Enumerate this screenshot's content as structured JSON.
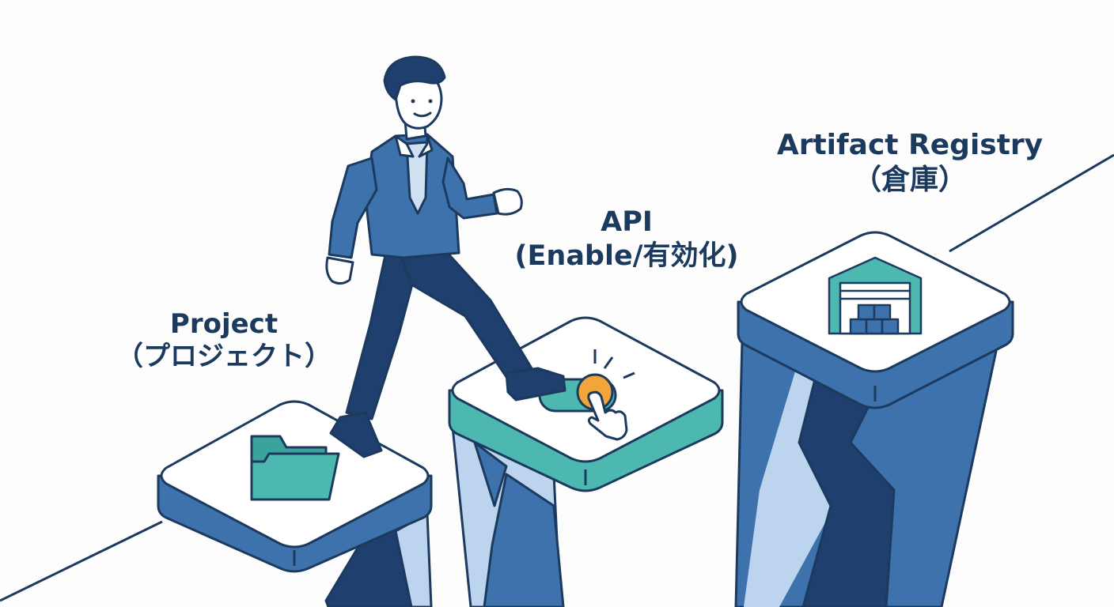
{
  "steps": [
    {
      "id": "project",
      "title": "Project",
      "subtitle": "（プロジェクト）",
      "icon": "folder-icon"
    },
    {
      "id": "api",
      "title": "API",
      "subtitle": "(Enable/有効化)",
      "icon": "toggle-switch-icon"
    },
    {
      "id": "registry",
      "title": "Artifact Registry",
      "subtitle": "（倉庫）",
      "icon": "warehouse-icon"
    }
  ],
  "colors": {
    "ink": "#1c3a5e",
    "navy": "#1f3f6e",
    "blue": "#3d72ad",
    "light_blue": "#bcd4ee",
    "teal": "#4db8b0",
    "orange": "#f2a53a",
    "background": "#fdfdfd"
  }
}
